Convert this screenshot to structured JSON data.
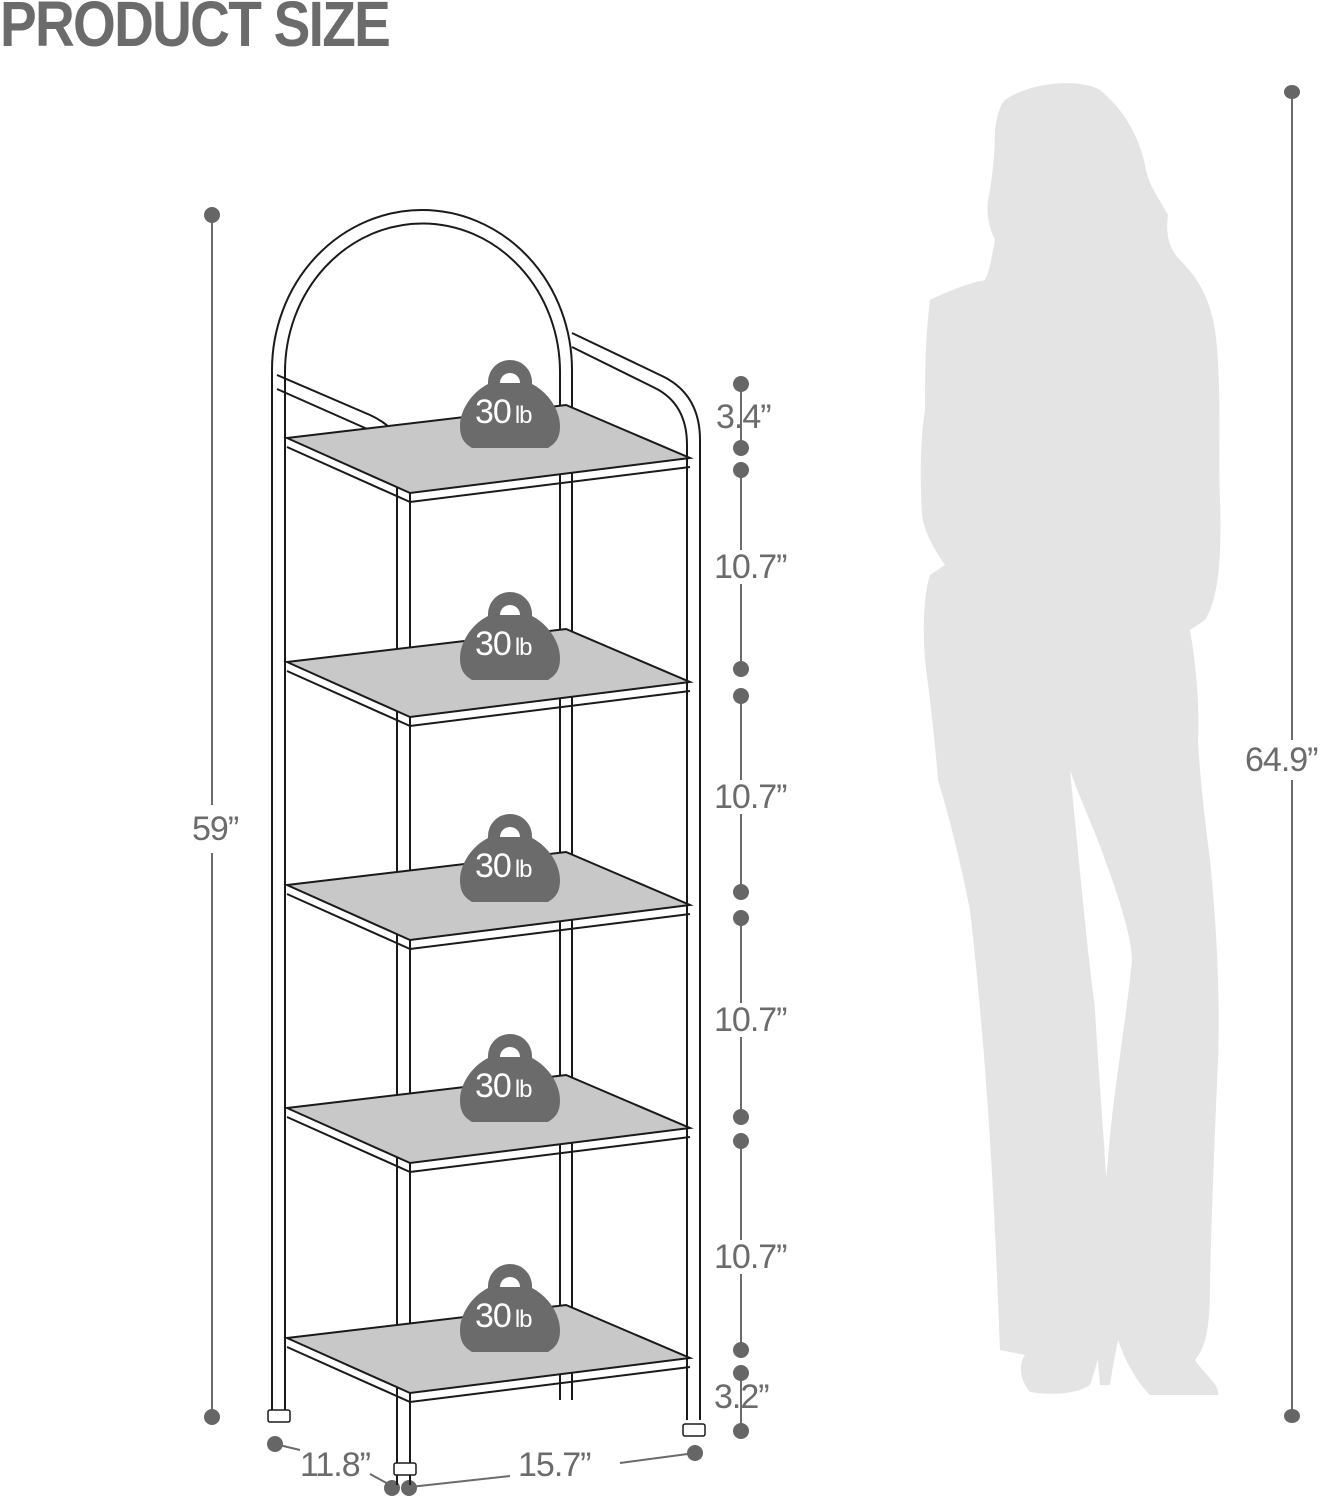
{
  "header": {
    "title": "PRODUCT SIZE"
  },
  "colors": {
    "text": "#6b6b6b",
    "dimension_line": "#6b6b6b",
    "dot": "#666666",
    "shelf_panel": "#c8c8c8",
    "frame_stroke": "#1a1a1a",
    "weight_icon": "#6b6b6b",
    "silhouette": "#e4e4e4",
    "background": "#ffffff"
  },
  "product": {
    "name": "5-tier arched shelf",
    "overall_height": "59”",
    "depth": "11.8”",
    "width": "15.7”",
    "top_clearance": "3.4”",
    "bottom_clearance": "3.2”",
    "tier_spacings": [
      "10.7”",
      "10.7”",
      "10.7”",
      "10.7”"
    ],
    "shelves": [
      {
        "tier": 1,
        "load": "30",
        "unit": "lb"
      },
      {
        "tier": 2,
        "load": "30",
        "unit": "lb"
      },
      {
        "tier": 3,
        "load": "30",
        "unit": "lb"
      },
      {
        "tier": 4,
        "load": "30",
        "unit": "lb"
      },
      {
        "tier": 5,
        "load": "30",
        "unit": "lb"
      }
    ]
  },
  "person": {
    "label": "human silhouette for scale",
    "height": "64.9”"
  },
  "icons": {
    "weight": "kettlebell-weight-icon",
    "dimension_endpoint": "dot-icon",
    "person": "woman-silhouette-icon"
  }
}
